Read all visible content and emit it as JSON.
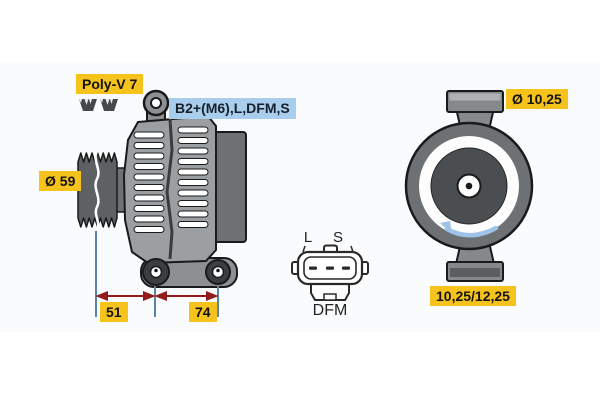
{
  "diagram": {
    "side_view": {
      "belt_type_label": "Poly-V 7",
      "pulley_diameter_label": "Ø 59",
      "terminal_label": "B2+(M6),L,DFM,S",
      "dim_pulley_to_first_mount": "51",
      "dim_mount_hole_spacing": "74"
    },
    "connector": {
      "top_left_pin": "L",
      "top_right_pin": "S",
      "bottom_label": "DFM"
    },
    "front_view": {
      "hole_diameter_label": "Ø 10,25",
      "mounting_hole_diameters_label": "10,25/12,25",
      "rotation_direction": "counterclockwise"
    }
  },
  "colors": {
    "highlight_yellow": "#f6c31c",
    "info_blue_background": "#a9cdec",
    "dimension_line_blue": "#5b84ad",
    "dimension_arrow_red": "#921b1b",
    "rotation_arrow_blue": "#9dc4e7",
    "body_gray": "#9b9fa2",
    "dark_gray": "#6d7174",
    "band_background": "#f9fbfd"
  }
}
